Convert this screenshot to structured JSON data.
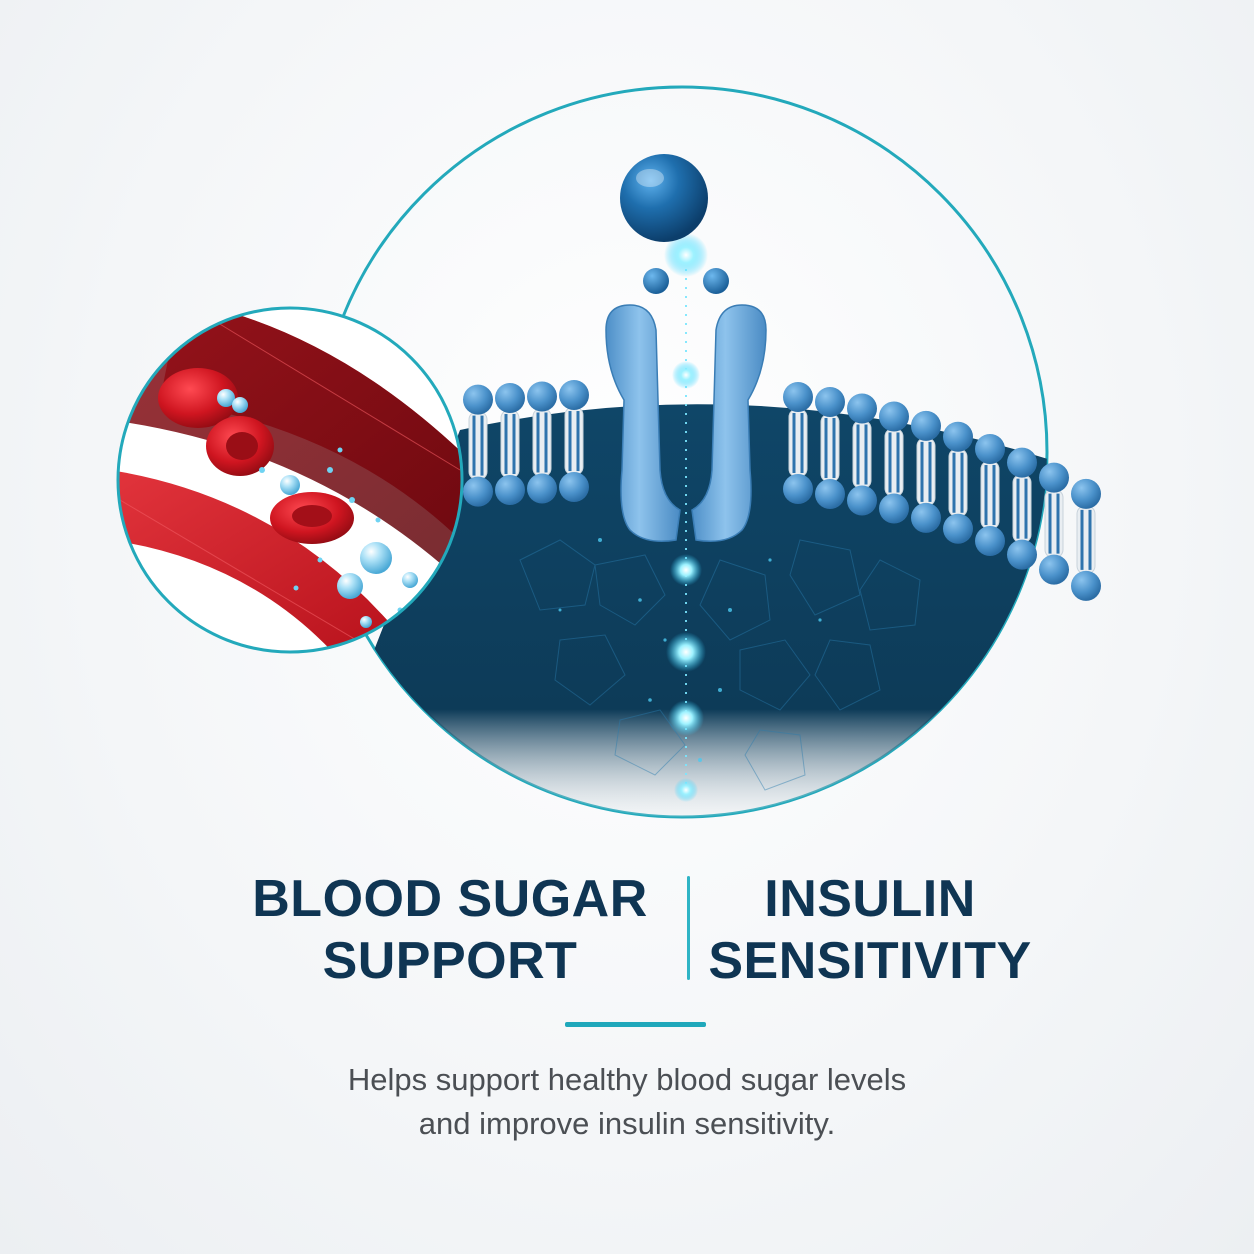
{
  "heading_left": {
    "line1": "BLOOD SUGAR",
    "line2": "SUPPORT"
  },
  "heading_right": {
    "line1": "INSULIN",
    "line2": "SENSITIVITY"
  },
  "description": {
    "line1": "Helps support healthy blood sugar levels",
    "line2": "and improve insulin sensitivity."
  },
  "colors": {
    "heading": "#0f3553",
    "accent": "#1fa8bb",
    "body_text": "#4b4f54",
    "membrane_head": "#4f9ad3",
    "blood_red": "#c8141e"
  },
  "illustration": {
    "main": "cell-membrane-insulin-receptor",
    "inset": "blood-vessel-glucose-molecules"
  }
}
